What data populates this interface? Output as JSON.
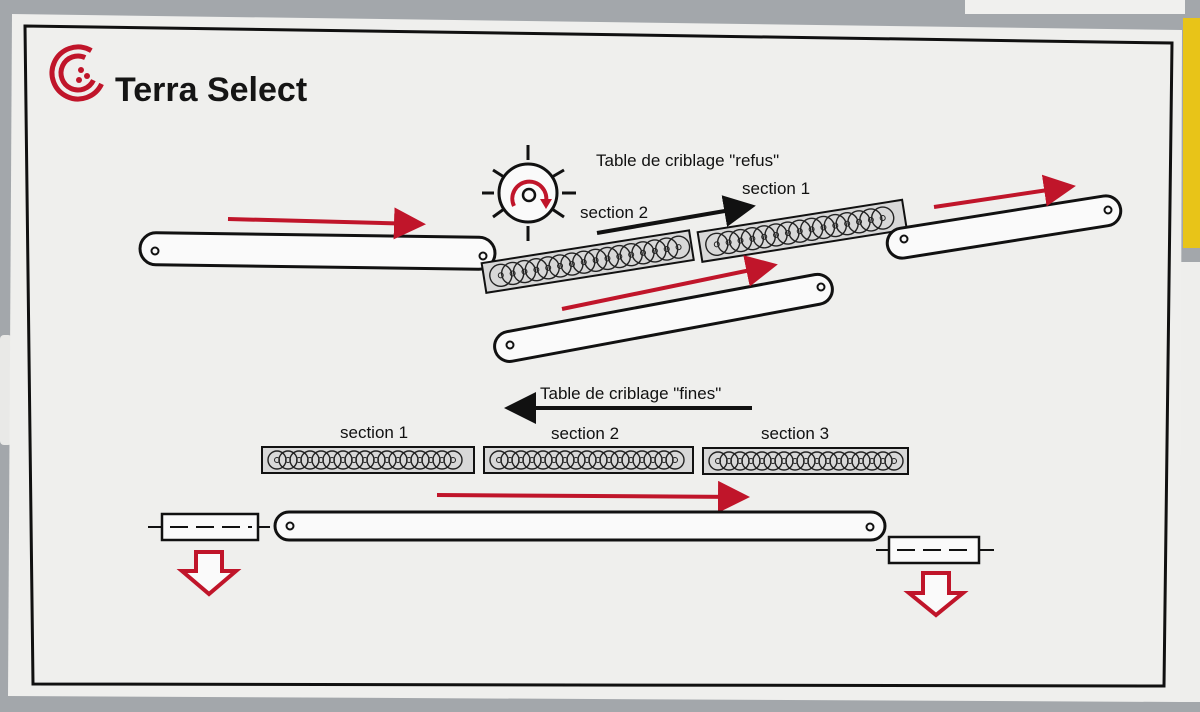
{
  "brand": {
    "name": "Terra Select",
    "logo_color": "#c0152a"
  },
  "colors": {
    "panel": "#efefed",
    "frame": "#101010",
    "flow_arrow": "#c0152a",
    "direction_arrow": "#111111"
  },
  "refus_table": {
    "title": "Table de criblage \"refus\"",
    "section_2_label": "section 2",
    "section_1_label": "section 1"
  },
  "fines_table": {
    "title": "Table de criblage \"fines\"",
    "section_1_label": "section 1",
    "section_2_label": "section 2",
    "section_3_label": "section 3"
  },
  "icons": [
    "terra-select-logo-icon",
    "rotation-icon",
    "discharge-arrow-icon"
  ]
}
